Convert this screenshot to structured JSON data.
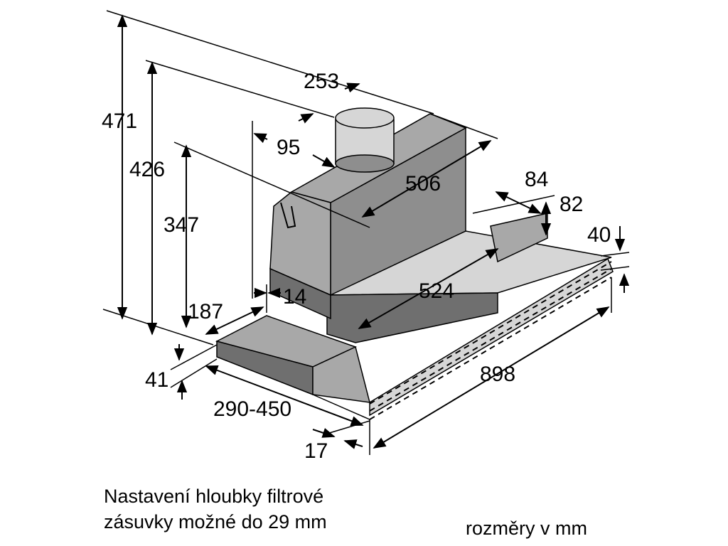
{
  "dimensions": {
    "d253": "253",
    "d471": "471",
    "d426": "426",
    "d95": "95",
    "d506": "506",
    "d347": "347",
    "d84": "84",
    "d82": "82",
    "d40": "40",
    "d14": "14",
    "d524": "524",
    "d187": "187",
    "d41": "41",
    "d898": "898",
    "d290_450": "290-450",
    "d17": "17"
  },
  "notes": {
    "adjust_line1": "Nastavení hloubky filtrové",
    "adjust_line2": "zásuvky možné do 29 mm",
    "units": "rozměry v mm"
  }
}
